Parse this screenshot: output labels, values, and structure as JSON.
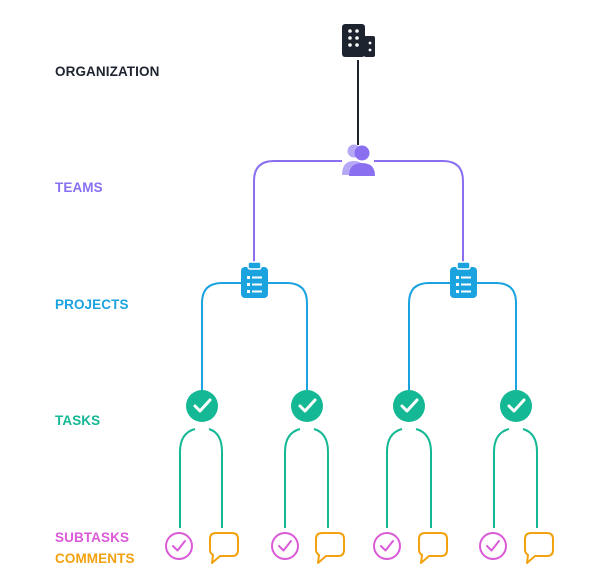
{
  "levels": {
    "organization": "ORGANIZATION",
    "teams": "TEAMS",
    "projects": "PROJECTS",
    "tasks": "TASKS",
    "subtasks": "SUBTASKS",
    "comments": "COMMENTS"
  },
  "colors": {
    "organization": "#1e2330",
    "teams": "#8a6ff0",
    "projects": "#1aa3df",
    "tasks": "#14b894",
    "subtasks": "#db5ad8",
    "comments": "#f2a10f"
  },
  "icons": {
    "organization": "building-icon",
    "teams": "people-icon",
    "projects": "clipboard-icon",
    "tasks": "check-circle-icon",
    "subtasks": "check-outline-icon",
    "comments": "speech-bubble-icon"
  }
}
